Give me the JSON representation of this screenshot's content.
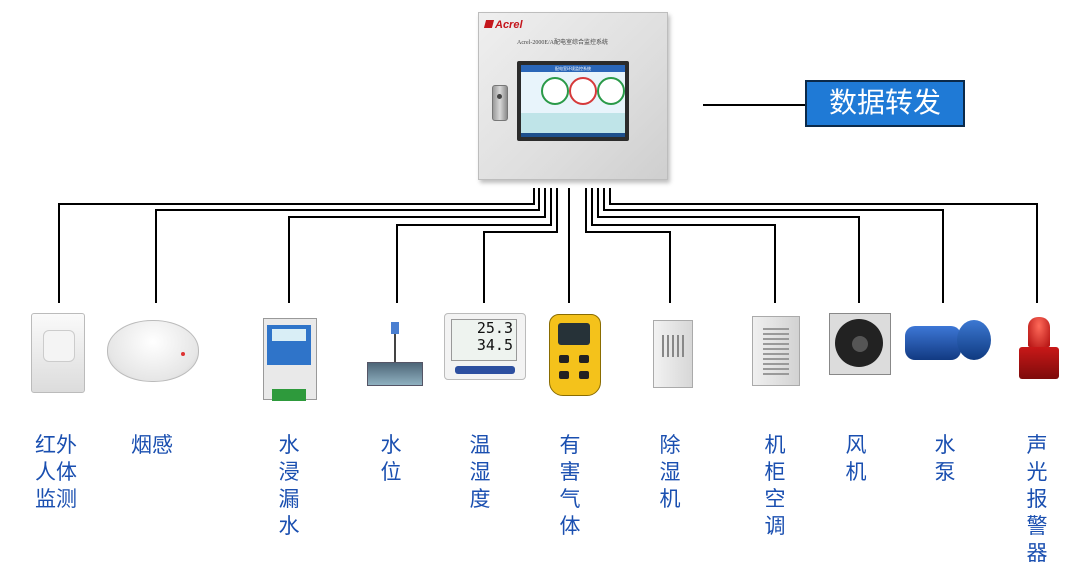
{
  "cabinet": {
    "brand": "Acrel",
    "subtitle": "Acrel-2000E/A配电室综合监控系统",
    "screen_header": "配电室环境监控系统"
  },
  "forward_label": "数据转发",
  "devices": [
    {
      "id": "ir",
      "label": "红外\n人体\n监测"
    },
    {
      "id": "smoke",
      "label": "烟感"
    },
    {
      "id": "leak",
      "label": "水\n浸\n漏\n水"
    },
    {
      "id": "level",
      "label": "水\n位"
    },
    {
      "id": "th",
      "label": "温\n湿\n度",
      "temp": "25.3",
      "humidity": "34.5"
    },
    {
      "id": "gas",
      "label": "有\n害\n气\n体"
    },
    {
      "id": "dehum",
      "label": "除\n湿\n机"
    },
    {
      "id": "ac",
      "label": "机\n柜\n空\n调"
    },
    {
      "id": "fan",
      "label": "风\n机"
    },
    {
      "id": "pump",
      "label": "水\n泵"
    },
    {
      "id": "alarm",
      "label": "声\n光\n报\n警\n器"
    }
  ],
  "colors": {
    "label": "#1a4fb0",
    "forward_box": "#1f7ad6",
    "brand": "#c4161c"
  }
}
